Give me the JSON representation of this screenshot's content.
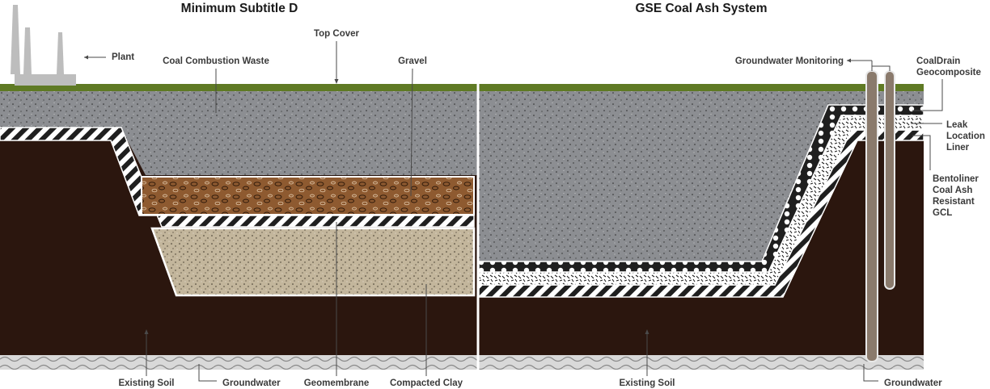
{
  "left_panel": {
    "title": "Minimum Subtitle D",
    "labels": {
      "plant": "Plant",
      "coal_combustion_waste": "Coal Combustion Waste",
      "top_cover": "Top Cover",
      "gravel": "Gravel",
      "existing_soil": "Existing Soil",
      "groundwater": "Groundwater",
      "geomembrane": "Geomembrane",
      "compacted_clay": "Compacted Clay"
    }
  },
  "right_panel": {
    "title": "GSE Coal Ash System",
    "labels": {
      "groundwater_monitoring": "Groundwater Monitoring",
      "coaldrain_line1": "CoalDrain",
      "coaldrain_line2": "Geocomposite",
      "leak_line1": "Leak",
      "leak_line2": "Location",
      "leak_line3": "Liner",
      "bento_line1": "Bentoliner",
      "bento_line2": "Coal Ash",
      "bento_line3": "Resistant",
      "bento_line4": "GCL",
      "existing_soil": "Existing Soil",
      "groundwater": "Groundwater"
    }
  },
  "colors": {
    "grass": "#5f7a24",
    "ash": "#8c8e92",
    "soil": "#2b160e",
    "gravel": "#8e5a30",
    "clay": "#c3b69c",
    "liner": "#1f1f1f",
    "groundwater_band": "#d9d9d9",
    "plant": "#bdbdbd"
  }
}
